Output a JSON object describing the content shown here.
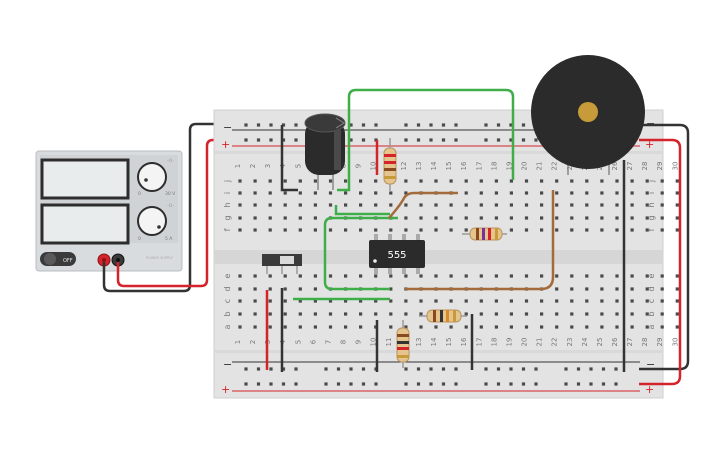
{
  "power_supply": {
    "off_label": "OFF",
    "knob_voltage_max": "30 V",
    "knob_voltage_min": "0",
    "knob_current_max": "5 A",
    "knob_current_min": "0",
    "brand_label": "POWER SUPPLY",
    "colors": {
      "body": "#d9dcde",
      "screen": "#e9ecec",
      "red": "#d4232b",
      "black": "#333333"
    }
  },
  "breadboard": {
    "columns": [
      "1",
      "2",
      "3",
      "4",
      "5",
      "6",
      "7",
      "8",
      "9",
      "10",
      "11",
      "12",
      "13",
      "14",
      "15",
      "16",
      "17",
      "18",
      "19",
      "20",
      "21",
      "22",
      "23",
      "24",
      "25",
      "26",
      "27",
      "28",
      "29",
      "30"
    ],
    "upper_rows": [
      "j",
      "i",
      "h",
      "g",
      "f"
    ],
    "lower_rows": [
      "e",
      "d",
      "c",
      "b",
      "a"
    ],
    "rail_minus": "−",
    "rail_plus": "+"
  },
  "ic": {
    "label": "555"
  },
  "wire_colors": {
    "red": "#d4232b",
    "black": "#333333",
    "green": "#3fae49",
    "brown": "#a36b3a"
  }
}
